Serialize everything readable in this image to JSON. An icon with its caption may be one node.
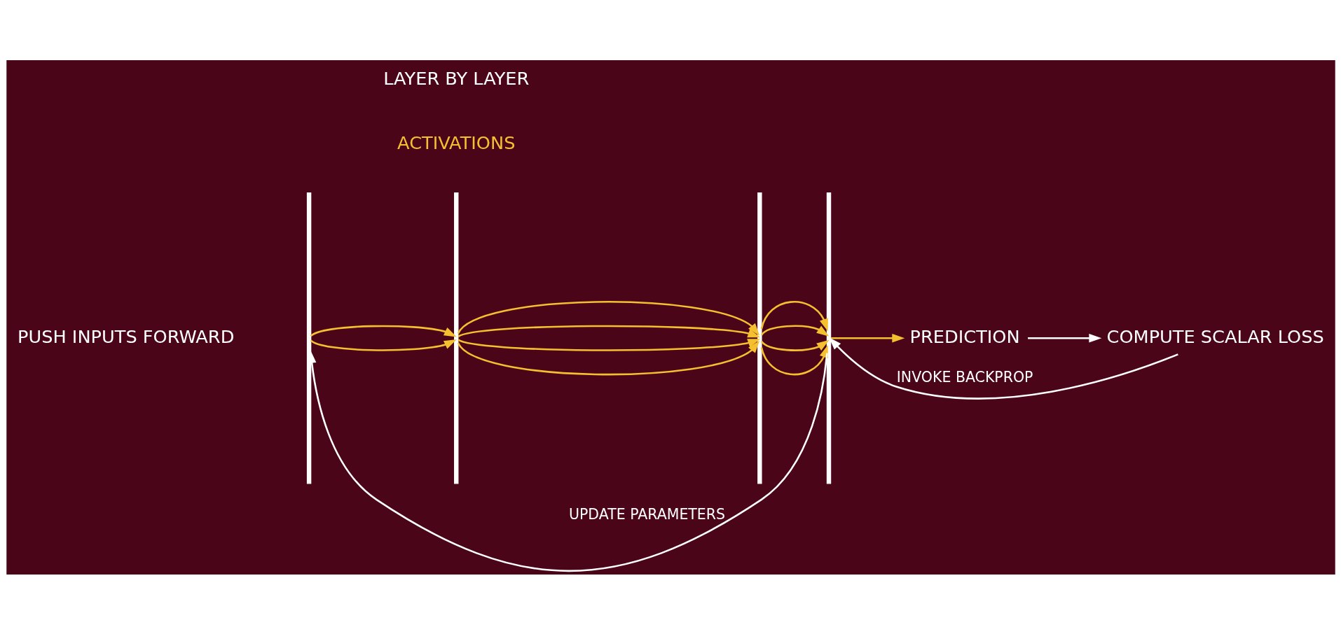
{
  "diagram": {
    "nodes": [
      {
        "text": [
          "PUSH INPUTS FORWARD"
        ]
      },
      {
        "text": [],
        "shape": "bar"
      },
      {
        "text": [],
        "shape": "bar"
      },
      {
        "text": [],
        "shape": "bar"
      },
      {
        "text": [],
        "shape": "bar"
      },
      {
        "text": [
          "PREDICTION"
        ]
      },
      {
        "text": [
          "COMPUTE SCALAR LOSS"
        ]
      }
    ],
    "edges": [
      {
        "from": 1,
        "to": 2,
        "arrow": "to",
        "color": "#f5c030"
      },
      {
        "from": 1,
        "to": 2,
        "arrow": "to",
        "color": "#f5c030"
      },
      {
        "from": 2,
        "to": 3,
        "arrow": "to",
        "color": "#f5c030"
      },
      {
        "from": 2,
        "to": 3,
        "arrow": "to",
        "color": "#f5c030"
      },
      {
        "from": 2,
        "to": 3,
        "arrow": "to",
        "color": "#f5c030"
      },
      {
        "from": 2,
        "to": 3,
        "arrow": "to",
        "color": "#f5c030"
      },
      {
        "from": 3,
        "to": 4,
        "arrow": "to",
        "color": "#f5c030"
      },
      {
        "from": 3,
        "to": 4,
        "arrow": "to",
        "color": "#f5c030"
      },
      {
        "from": 3,
        "to": 4,
        "arrow": "to",
        "color": "#f5c030"
      },
      {
        "from": 3,
        "to": 4,
        "arrow": "to",
        "color": "#f5c030"
      },
      {
        "from": 4,
        "to": 5,
        "arrow": "to",
        "color": "#f5c030"
      },
      {
        "from": 5,
        "to": 6,
        "arrow": "to",
        "color": "#ffffff"
      },
      {
        "from": 6,
        "to": 4,
        "arrow": "to",
        "label": "INVOKE BACKPROP",
        "color": "#ffffff"
      },
      {
        "from": 4,
        "to": 1,
        "arrow": "to",
        "label": "UPDATE PARAMETERS",
        "color": "#ffffff"
      }
    ],
    "labels": [
      "ACTIVATIONS",
      "LAYER BY LAYER"
    ]
  }
}
